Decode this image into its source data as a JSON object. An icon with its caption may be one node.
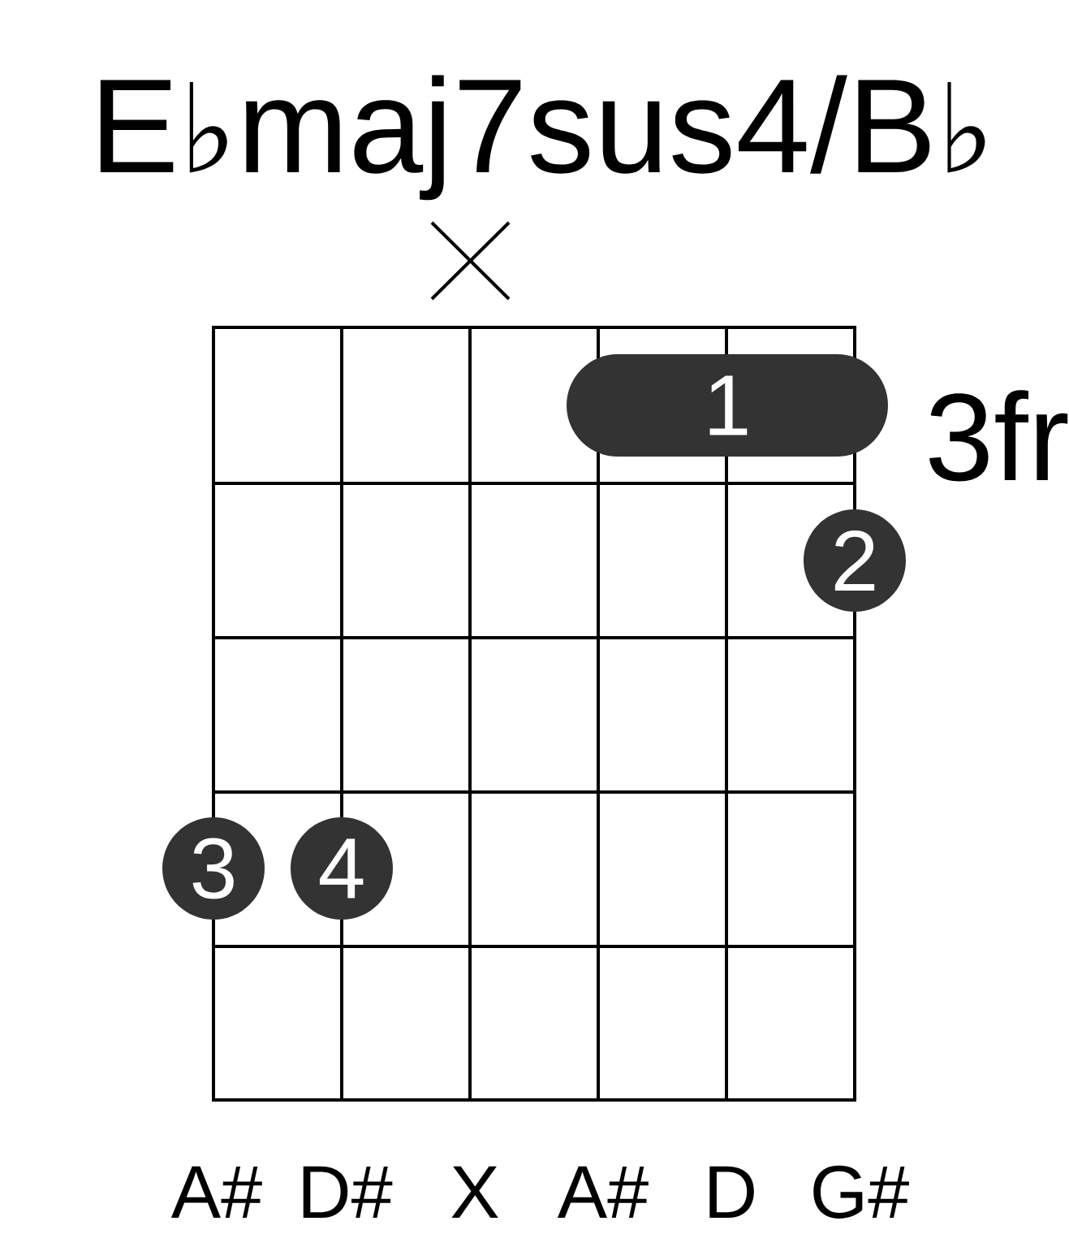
{
  "diagram": {
    "title": "E♭maj7sus4/B♭",
    "nodes": [
      {
        "text": [
          "1"
        ]
      },
      {
        "text": [
          "2"
        ]
      },
      {
        "text": [
          "3"
        ]
      },
      {
        "text": [
          "4"
        ]
      }
    ],
    "labels": [
      "3fr",
      "A#",
      "D#",
      "X",
      "A#",
      "D",
      "G#"
    ]
  }
}
